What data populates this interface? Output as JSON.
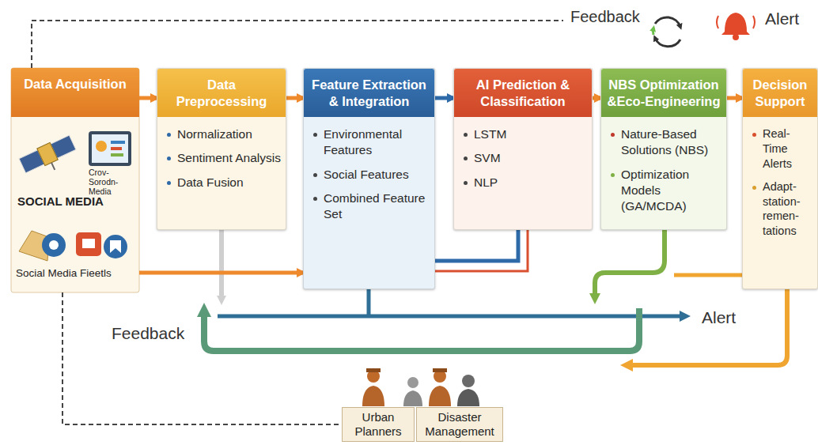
{
  "diagram": {
    "nodes": [
      {
        "text": [
          "Data Acquisition",
          "SOCIAL MEDIA",
          "Crov- Sorodn- Media",
          "Social Media Fieetls"
        ]
      },
      {
        "text": [
          "Data Preprocessing",
          "Normalization",
          "Sentiment Analysis",
          "Data Fusion"
        ]
      },
      {
        "text": [
          "Feature Extraction & Integration",
          "Environmental Features",
          "Social Features",
          "Combined Feature Set"
        ]
      },
      {
        "text": [
          "AI Prediction & Classification",
          "LSTM",
          "SVM",
          "NLP"
        ]
      },
      {
        "text": [
          "NBS Optimization &Eco-Engineering",
          "Nature-Based Solutions (NBS)",
          "Optimization Models (GA/MCDA)"
        ]
      },
      {
        "text": [
          "Decision Support",
          "Real-Time Alerts",
          "Adapt- station- remen- tations"
        ]
      },
      {
        "text": [
          "Urban Planners"
        ]
      },
      {
        "text": [
          "Disaster Management"
        ]
      }
    ],
    "edges": [
      {
        "from": 0,
        "to": 1,
        "arrow": "to"
      },
      {
        "from": 1,
        "to": 2,
        "arrow": "to"
      },
      {
        "from": 2,
        "to": 3,
        "arrow": "to"
      },
      {
        "from": 3,
        "to": 4,
        "arrow": "to"
      },
      {
        "from": 4,
        "to": 5,
        "arrow": "to"
      },
      {
        "from": 0,
        "to": 2,
        "arrow": "to"
      },
      {
        "from": 3,
        "to": 2,
        "arrow": "none"
      },
      {
        "from": 0,
        "to": 6,
        "arrow": "none"
      }
    ],
    "labels": [
      "Feedback",
      "Alert",
      "Feedback",
      "Alert"
    ]
  }
}
